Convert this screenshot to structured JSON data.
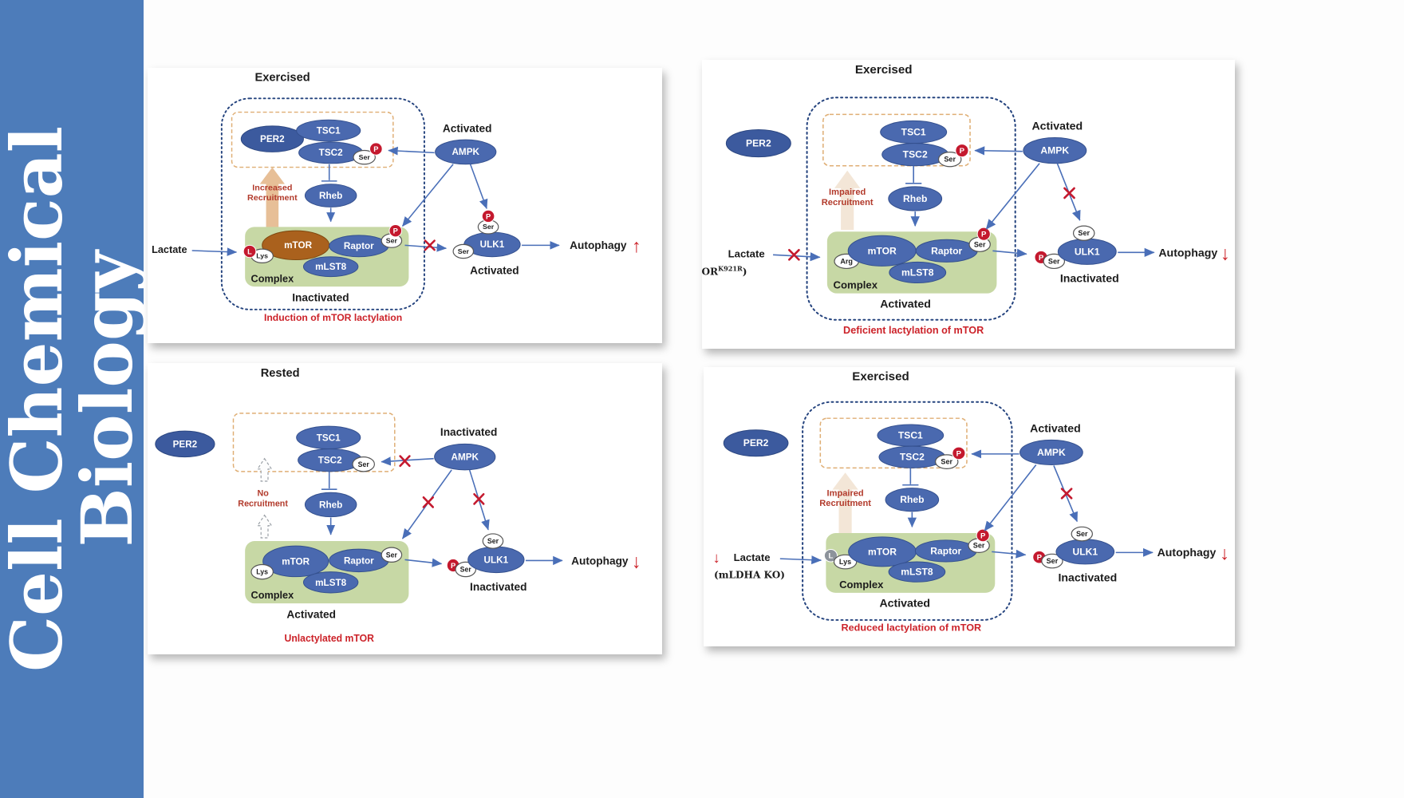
{
  "sidebar": {
    "line1": "Cell Chemical",
    "line2": "Biology"
  },
  "colors": {
    "sidebar_blue": "#4d7cba",
    "node_blue": "#4a69af",
    "mtor_brown": "#aa611d",
    "complex_green": "#c7d8a5",
    "accent_red": "#c4192e",
    "caption_red": "#cc2229",
    "recruit_tan": "#e7bf97",
    "boundary_navy": "#24437e"
  },
  "labels": {
    "per2": "PER2",
    "tsc1": "TSC1",
    "tsc2": "TSC2",
    "ampk": "AMPK",
    "rheb": "Rheb",
    "mtor": "mTOR",
    "raptor": "Raptor",
    "mlst8": "mLST8",
    "ulk1": "ULK1",
    "ser": "Ser",
    "lys": "Lys",
    "arg": "Arg",
    "p": "P",
    "l": "L",
    "complex": "Complex",
    "lactate": "Lactate",
    "autophagy": "Autophagy",
    "up_arrow": "↑",
    "down_arrow": "↓"
  },
  "panels": [
    {
      "title": "Exercised",
      "ampk_state": "Activated",
      "recruit1": "Increased",
      "recruit2": "Recruitment",
      "complex_state": "Inactivated",
      "ulk1_state": "Activated",
      "autophagy_dir": "↑",
      "caption": "Induction of mTOR lactylation"
    },
    {
      "title": "Exercised",
      "ampk_state": "Activated",
      "recruit1": "Impaired",
      "recruit2": "Recruitment",
      "lactate_sub_open": "(mTOR",
      "lactate_sub_sup": "K921R",
      "lactate_sub_close": ")",
      "complex_state": "Activated",
      "ulk1_state": "Inactivated",
      "autophagy_dir": "↓",
      "caption": "Deficient lactylation of mTOR"
    },
    {
      "title": "Rested",
      "ampk_state": "Inactivated",
      "recruit1": "No",
      "recruit2": "Recruitment",
      "complex_state": "Activated",
      "ulk1_state": "Inactivated",
      "autophagy_dir": "↓",
      "caption": "Unlactylated mTOR"
    },
    {
      "title": "Exercised",
      "ampk_state": "Activated",
      "recruit1": "Impaired",
      "recruit2": "Recruitment",
      "lactate_dir": "↓",
      "lactate_sub": "(mLDHA KO)",
      "complex_state": "Activated",
      "ulk1_state": "Inactivated",
      "autophagy_dir": "↓",
      "caption": "Reduced lactylation of mTOR"
    }
  ]
}
